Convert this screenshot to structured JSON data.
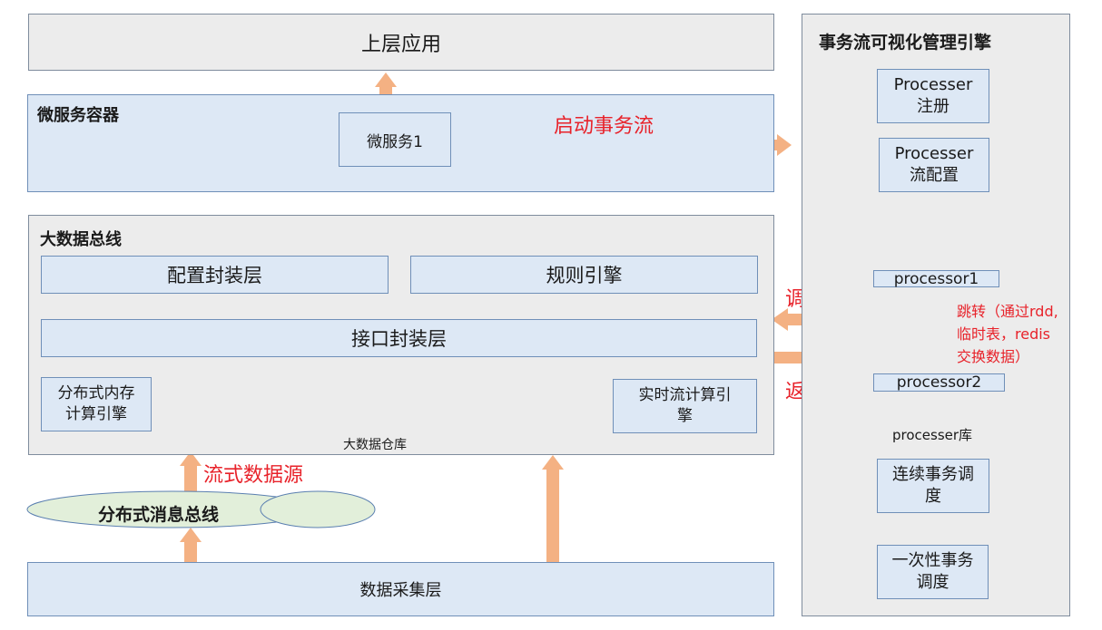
{
  "top_app": "上层应用",
  "microservice_container": {
    "title": "微服务容器",
    "service": "微服务1"
  },
  "start_flow": "启动事务流",
  "bigdata_bus": {
    "title": "大数据总线",
    "config_layer": "配置封装层",
    "rule_engine": "规则引擎",
    "interface_layer": "接口封装层",
    "dist_memory": [
      "分布式内存",
      "计算引擎"
    ],
    "realtime": [
      "实时流计算引",
      "擎"
    ],
    "warehouse": "大数据仓库"
  },
  "stream_source": "流式数据源",
  "message_bus": "分布式消息总线",
  "collect_layer": "数据采集层",
  "call_label": "调用",
  "return_label": "返回",
  "engine": {
    "title": "事务流可视化管理引擎",
    "register": [
      "Processer",
      "注册"
    ],
    "flow_config": [
      "Processer",
      "流配置"
    ],
    "processor1": "processor1",
    "processor2": "processor2",
    "jump_note": [
      "跳转（通过rdd,",
      "临时表，redis",
      "交换数据）"
    ],
    "library": "processer库",
    "continuous": [
      "连续事务调",
      "度"
    ],
    "onetime": [
      "一次性事务",
      "调度"
    ]
  },
  "colors": {
    "arrow": "#f4b183",
    "annotation": "#e8222a",
    "box_blue": "#dde8f5",
    "box_gray": "#ececec",
    "cylinder": "#e2efda"
  }
}
